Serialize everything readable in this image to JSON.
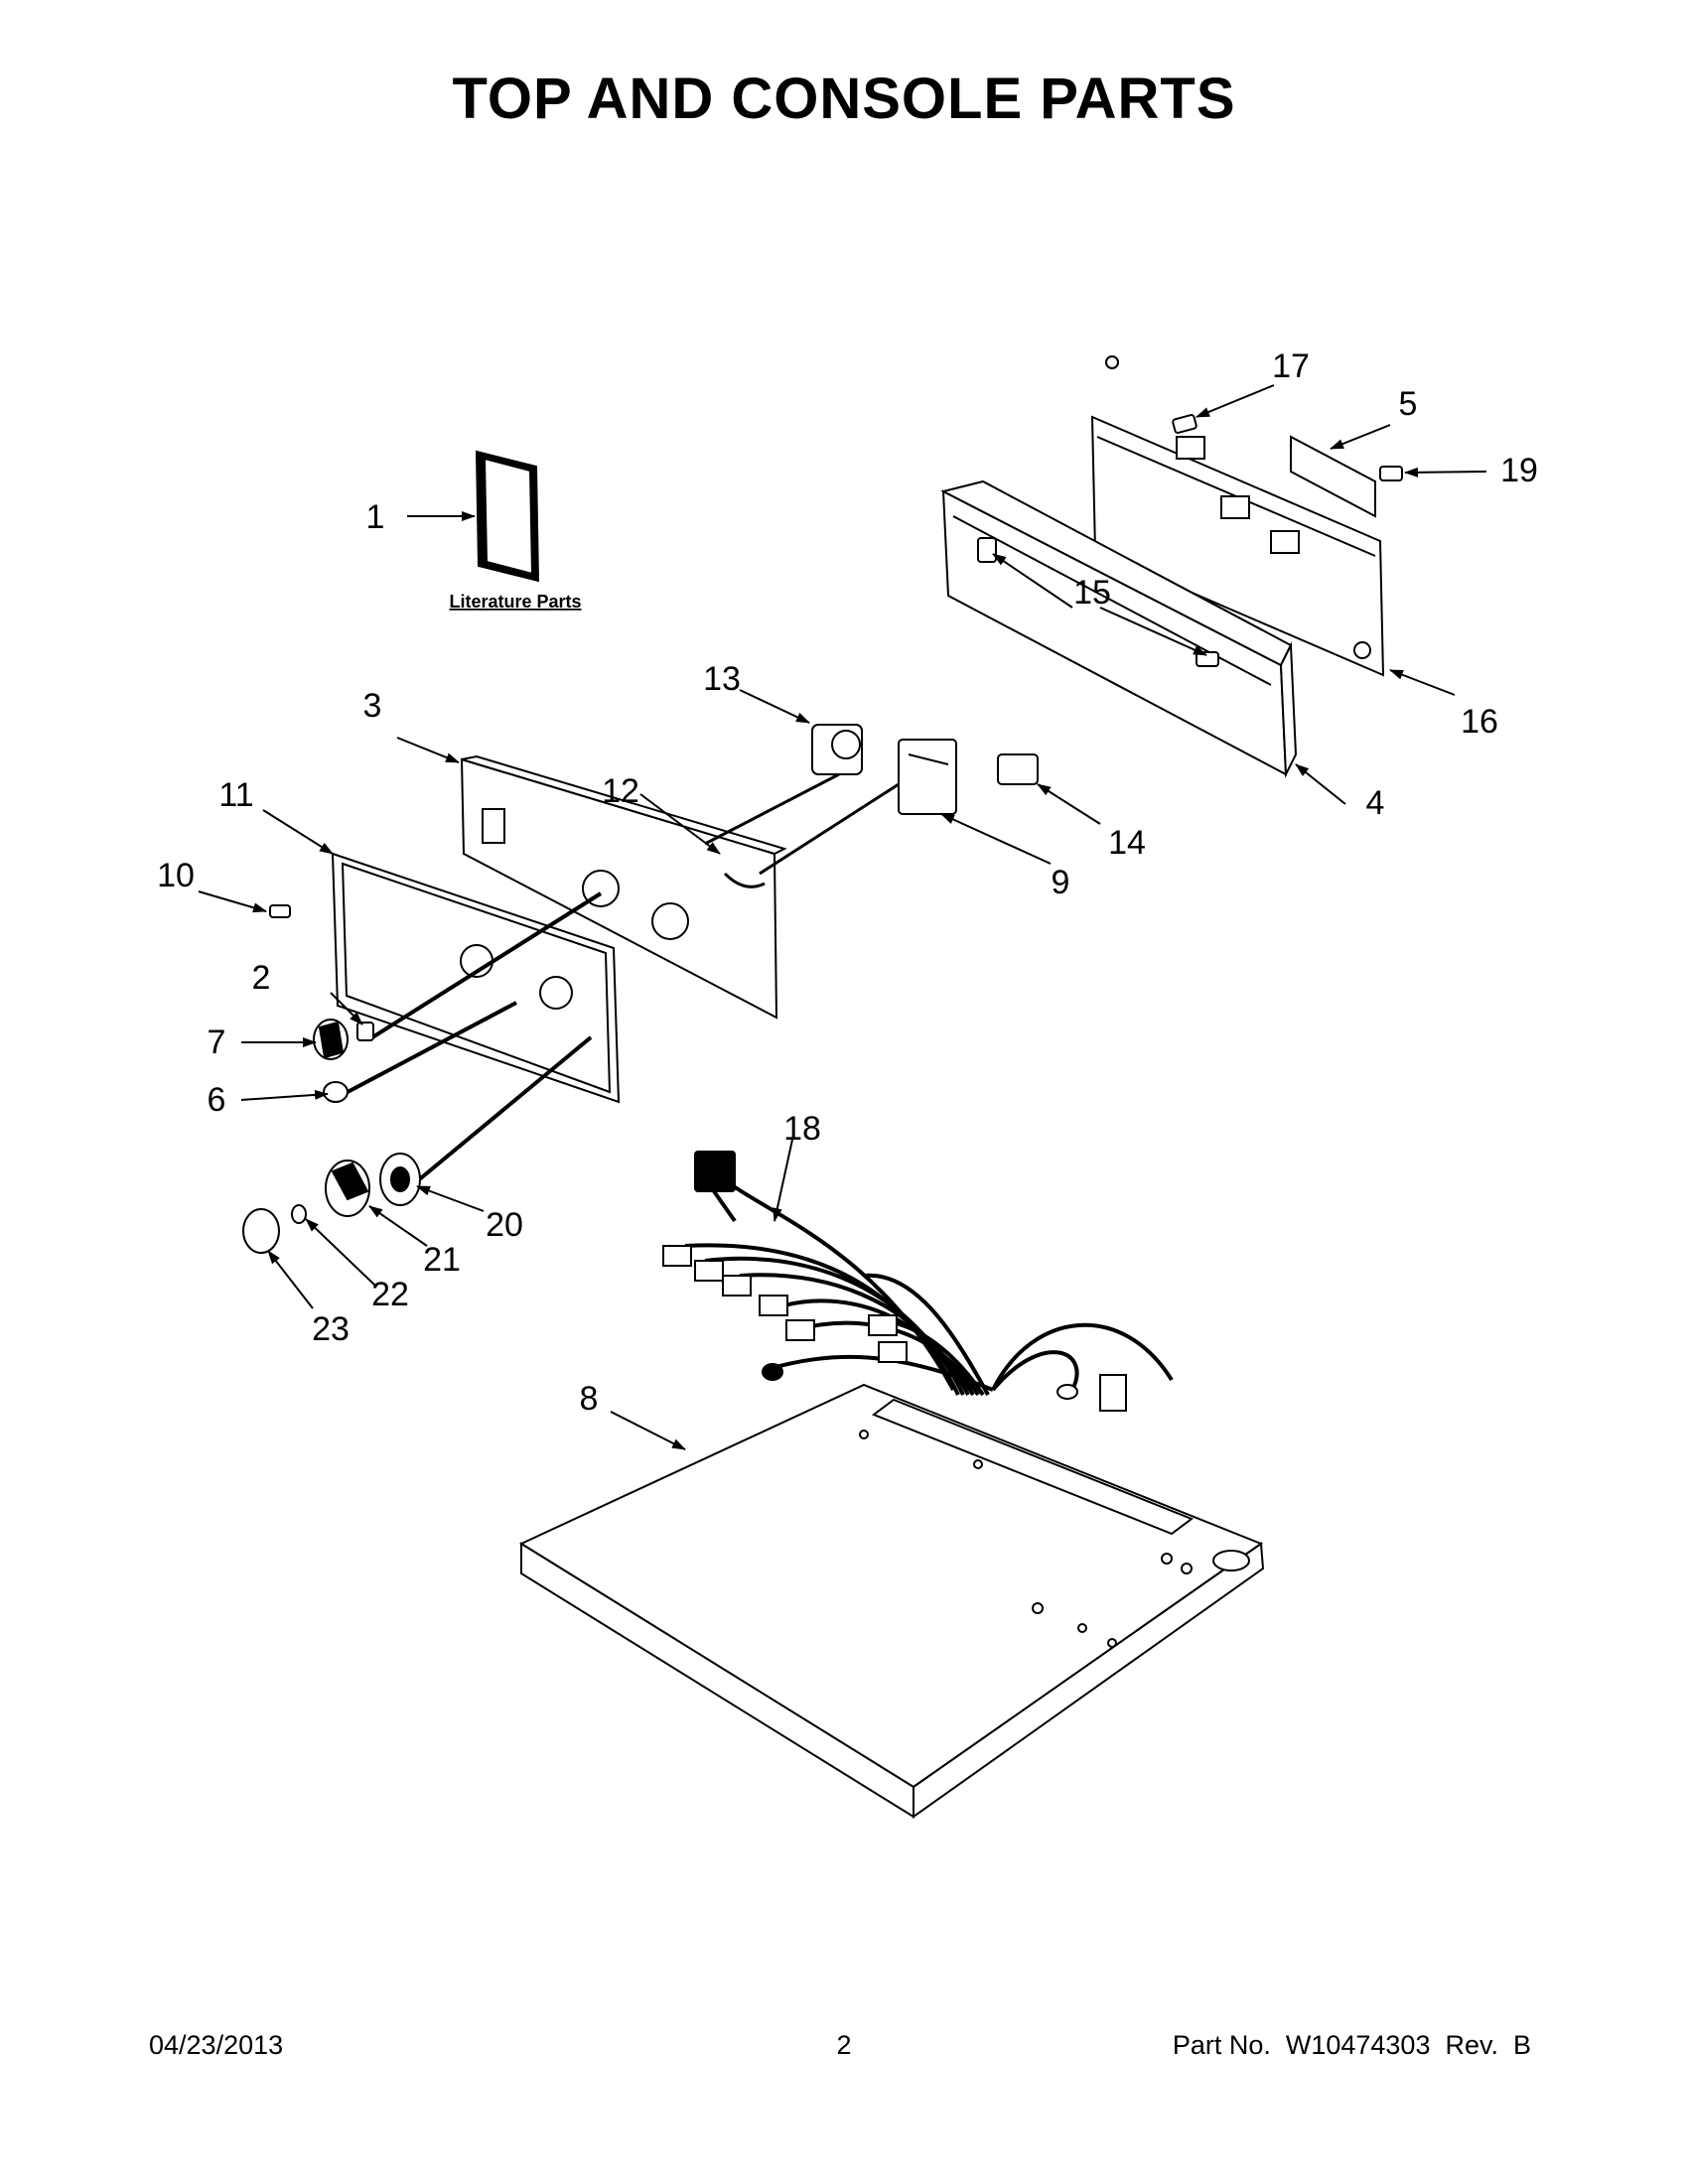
{
  "page": {
    "title": "TOP AND CONSOLE PARTS",
    "literature_label": "Literature Parts"
  },
  "callouts": [
    "1",
    "2",
    "3",
    "4",
    "5",
    "6",
    "7",
    "8",
    "9",
    "10",
    "11",
    "12",
    "13",
    "14",
    "15",
    "16",
    "17",
    "18",
    "19",
    "20",
    "21",
    "22",
    "23"
  ],
  "footer": {
    "date": "04/23/2013",
    "page_number": "2",
    "part_number": "Part No.  W10474303  Rev.  B"
  }
}
